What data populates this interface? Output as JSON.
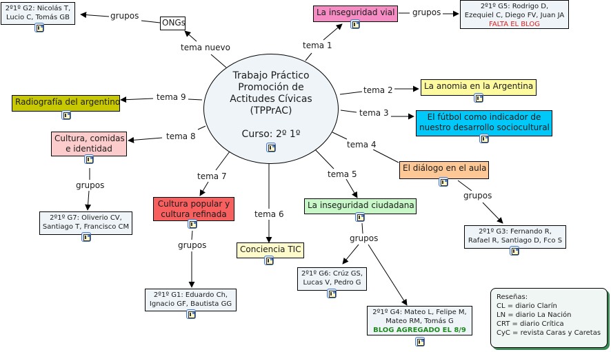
{
  "center": {
    "title_lines": [
      "Trabajo Práctico",
      "Promoción de",
      "Actitudes Cívicas",
      "(TPPrAC)"
    ],
    "curso": "Curso: 2º 1º"
  },
  "colors": {
    "center_bg": "#eef4f8",
    "group_bg": "#eef4f8",
    "tema1": "#f58cc4",
    "tema2": "#fdfaa0",
    "tema3": "#00c8f8",
    "tema4": "#fdc896",
    "tema5": "#c8f8c8",
    "tema6": "#fdfacc",
    "tema7": "#f86060",
    "tema8": "#fccccc",
    "tema9": "#c8c800",
    "status_missing": "#e02020",
    "status_added": "#1f8a1f"
  },
  "topics": {
    "ongs": "ONGs",
    "t1": "La inseguridad vial",
    "t2": "La anomia en la Argentina",
    "t3": [
      "El fútbol como indicador de",
      "nuestro desarrollo sociocultural"
    ],
    "t4": "El diálogo en el aula",
    "t5": "La inseguridad ciudadana",
    "t6": "Conciencia TIC",
    "t7": [
      "Cultura popular y",
      "cultura refinada"
    ],
    "t8": [
      "Cultura, comidas",
      "e identidad"
    ],
    "t9": "Radiografía del argentino"
  },
  "groups": {
    "g2": [
      "2º1º G2: Nicolás T,",
      "Lucio C, Tomás GB"
    ],
    "g5": [
      "2º1º G5: Rodrigo D,",
      "Ezequiel C, Diego FV, Juan JA"
    ],
    "g5_status": "FALTA EL BLOG",
    "g7": [
      "2º1º G7: Oliverio CV,",
      "Santiago T, Francisco CM"
    ],
    "g1": [
      "2º1º G1: Eduardo Ch,",
      "Ignacio GF, Bautista GG"
    ],
    "g6": [
      "2º1º G6: Crúz GS,",
      "Lucas V, Pedro G"
    ],
    "g4": [
      "2º1º G4: Mateo L, Felipe M,",
      "Mateo RM, Tomás G"
    ],
    "g4_status": "BLOG AGREGADO EL 8/9",
    "g3": [
      "2º1º G3: Fernando R,",
      "Rafael R, Santiago D, Fco S"
    ]
  },
  "link_labels": {
    "tema_nuevo": "tema nuevo",
    "tema1": "tema 1",
    "tema2": "tema 2",
    "tema3": "tema 3",
    "tema4": "tema 4",
    "tema5": "tema 5",
    "tema6": "tema 6",
    "tema7": "tema 7",
    "tema8": "tema 8",
    "tema9": "tema 9",
    "grupos": "grupos"
  },
  "legend": {
    "title": "Reseñas:",
    "items": [
      "CL = diario Clarín",
      "LN = diario La Nación",
      "CRT = diario Crítica",
      "CyC = revista Caras y Caretas"
    ]
  }
}
